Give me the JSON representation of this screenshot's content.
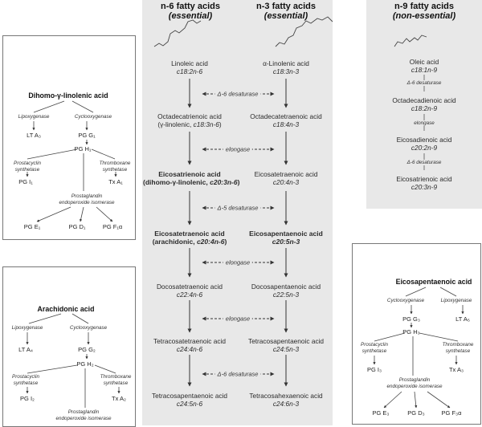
{
  "headers": {
    "n6": {
      "title": "n-6 fatty acids",
      "sub": "(essential)"
    },
    "n3": {
      "title": "n-3 fatty acids",
      "sub": "(essential)"
    },
    "n9": {
      "title": "n-9 fatty acids",
      "sub": "(non-essential)"
    }
  },
  "n6": [
    {
      "name": "Linoleic acid",
      "code": "c18:2n-6"
    },
    {
      "name": "Octadecatrienoic acid",
      "code_prefix": "(γ-linolenic, ",
      "code": "c18:3n-6",
      "code_suffix": ")"
    },
    {
      "name": "Eicosatrienoic acid",
      "code_prefix": "(dihomo-γ-linolenic, ",
      "code": "c20:3n-6",
      "code_suffix": ")"
    },
    {
      "name": "Eicosatetraenoic acid",
      "code_prefix": "(arachidonic, ",
      "code": "c20:4n-6",
      "code_suffix": ")"
    },
    {
      "name": "Docosatetraenoic acid",
      "code": "c22:4n-6"
    },
    {
      "name": "Tetracosatetraenoic acid",
      "code": "c24:4n-6"
    },
    {
      "name": "Tetracosapentaenoic acid",
      "code": "c24:5n-6"
    }
  ],
  "n3": [
    {
      "name": "α-Linolenic acid",
      "code": "c18:3n-3"
    },
    {
      "name": "Octadecatetraenoic acid",
      "code": "c18:4n-3"
    },
    {
      "name": "Eicosatetraenoic acid",
      "code": "c20:4n-3"
    },
    {
      "name": "Eicosapentaenoic acid",
      "code": "c20:5n-3"
    },
    {
      "name": "Docosapentaenoic acid",
      "code": "c22:5n-3"
    },
    {
      "name": "Tetracosapentaenoic acid",
      "code": "c24:5n-3"
    },
    {
      "name": "Tetracosahexaenoic acid",
      "code": "c24:6n-3"
    }
  ],
  "enzymes": [
    "Δ-6 desaturase",
    "elongase",
    "Δ-5 desaturase",
    "elongase",
    "elongase",
    "Δ-6 desaturase"
  ],
  "n9": [
    {
      "name": "Oleic acid",
      "code": "c18:1n-9"
    },
    {
      "name": "Octadecadienoic acid",
      "code": "c18:2n-9"
    },
    {
      "name": "Eicosadienoic acid",
      "code": "c20:2n-9"
    },
    {
      "name": "Eicosatrienoic acid",
      "code": "c20:3n-9"
    }
  ],
  "n9_enzymes": [
    "Δ-6 desaturase",
    "elongase",
    "Δ-6 desaturase"
  ],
  "box_dgla": {
    "title": "Dihomo-γ-linolenic acid",
    "lipox": "Lipoxygenase",
    "cyclo": "Cyclooxygenase",
    "lt": "LT A₃",
    "pgg": "PG G₁",
    "pgh": "PG H₁",
    "prost": "Prostacyclin\nsynthetase",
    "thromb": "Thromboxane\nsynthetase",
    "pgi": "PG I₁",
    "tx": "Tx A₁",
    "endo": "Prostaglandin\nendoperoxide isomerase",
    "pge": "PG E₁",
    "pgd": "PG D₁",
    "pgf": "PG F₁α"
  },
  "box_aa": {
    "title": "Arachidonic acid",
    "lipox": "Lipoxygenase",
    "cyclo": "Cyclooxygenase",
    "lt": "LT A₄",
    "pgg": "PG G₂",
    "pgh": "PG H₂",
    "prost": "Prostacyclin\nsynthetase",
    "thromb": "Thromboxane\nsynthetase",
    "pgi": "PG I₂",
    "tx": "Tx A₂",
    "endo": "Prostaglandin\nendoperoxide isomerase"
  },
  "box_epa": {
    "title": "Eicosapentaenoic acid",
    "cyclo": "Cyclooxygenase",
    "lipox": "Lipoxygenase",
    "pgg": "PG G₃",
    "lt": "LT A₅",
    "pgh": "PG H₃",
    "prost": "Prostacyclin\nsynthetase",
    "thromb": "Thromboxane\nsynthetase",
    "pgi": "PG I₃",
    "tx": "Tx A₃",
    "endo": "Prostaglandin\nendoperoxide isomerase",
    "pge": "PG E₃",
    "pgd": "PG D₃",
    "pgf": "PG F₃α"
  }
}
